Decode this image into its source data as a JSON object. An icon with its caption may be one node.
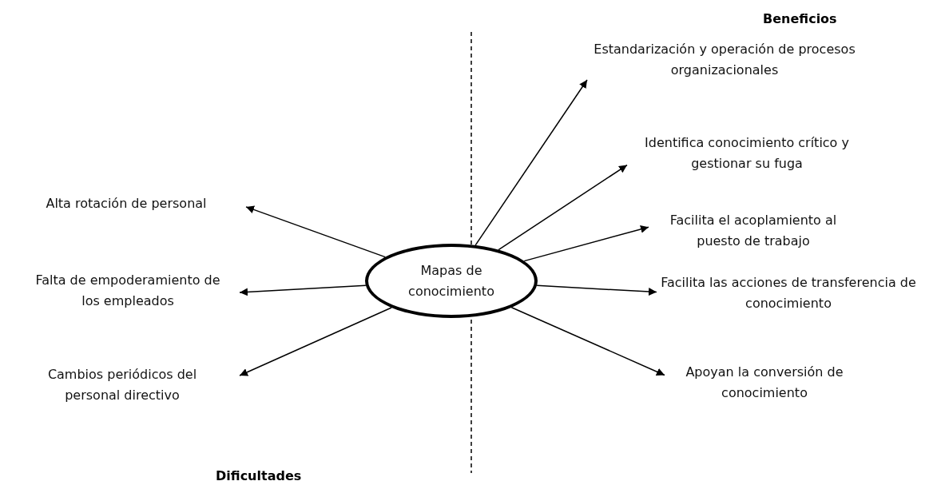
{
  "diagram": {
    "nodes": [
      {
        "text": [
          "Mapas de conocimiento"
        ]
      },
      {
        "text": [
          "Estandarización y operación de procesos organizacionales"
        ]
      },
      {
        "text": [
          "Identifica conocimiento crítico y gestionar su fuga"
        ]
      },
      {
        "text": [
          "Facilita el acoplamiento al puesto de trabajo"
        ]
      },
      {
        "text": [
          "Facilita las acciones de transferencia de conocimiento"
        ]
      },
      {
        "text": [
          "Apoyan la conversión de conocimiento"
        ]
      },
      {
        "text": [
          "Alta rotación de personal"
        ]
      },
      {
        "text": [
          "Falta de empoderamiento de los empleados"
        ]
      },
      {
        "text": [
          "Cambios periódicos del personal directivo"
        ]
      }
    ],
    "edges": [
      {
        "from": 0,
        "to": 1,
        "arrow": "to"
      },
      {
        "from": 0,
        "to": 2,
        "arrow": "to"
      },
      {
        "from": 0,
        "to": 3,
        "arrow": "to"
      },
      {
        "from": 0,
        "to": 4,
        "arrow": "to"
      },
      {
        "from": 0,
        "to": 5,
        "arrow": "to"
      },
      {
        "from": 0,
        "to": 6,
        "arrow": "to"
      },
      {
        "from": 0,
        "to": 7,
        "arrow": "to"
      },
      {
        "from": 0,
        "to": 8,
        "arrow": "to"
      }
    ],
    "labels": [
      "Beneficios",
      "Dificultades"
    ]
  }
}
